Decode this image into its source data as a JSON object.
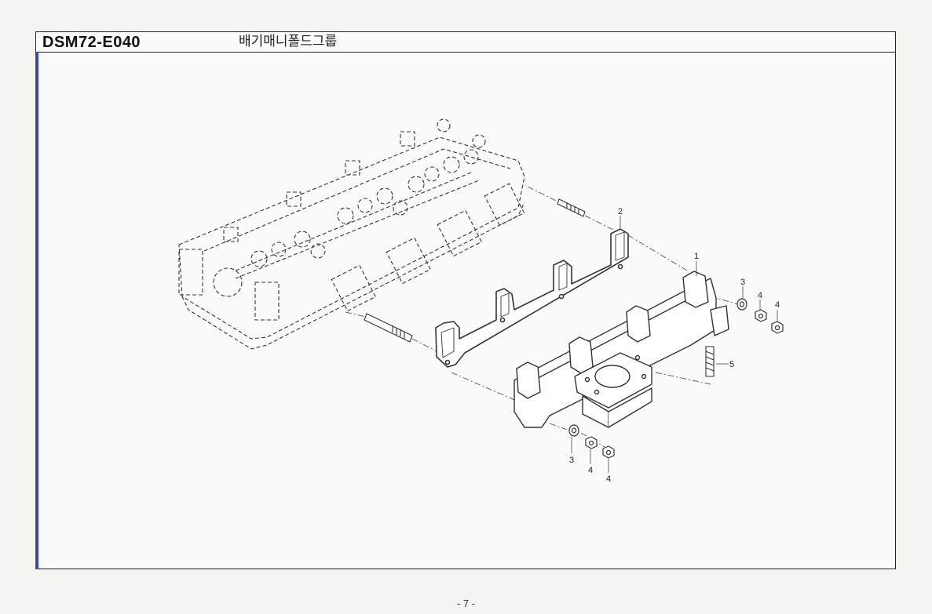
{
  "header": {
    "doc_code": "DSM72-E040",
    "title": "배기매니폴드그룹"
  },
  "callouts": {
    "c1": "1",
    "c2": "2",
    "c3a": "3",
    "c3b": "3",
    "c4a": "4",
    "c4b": "4",
    "c4c": "4",
    "c4d": "4",
    "c5": "5"
  },
  "footer": {
    "page": "- 7 -"
  }
}
